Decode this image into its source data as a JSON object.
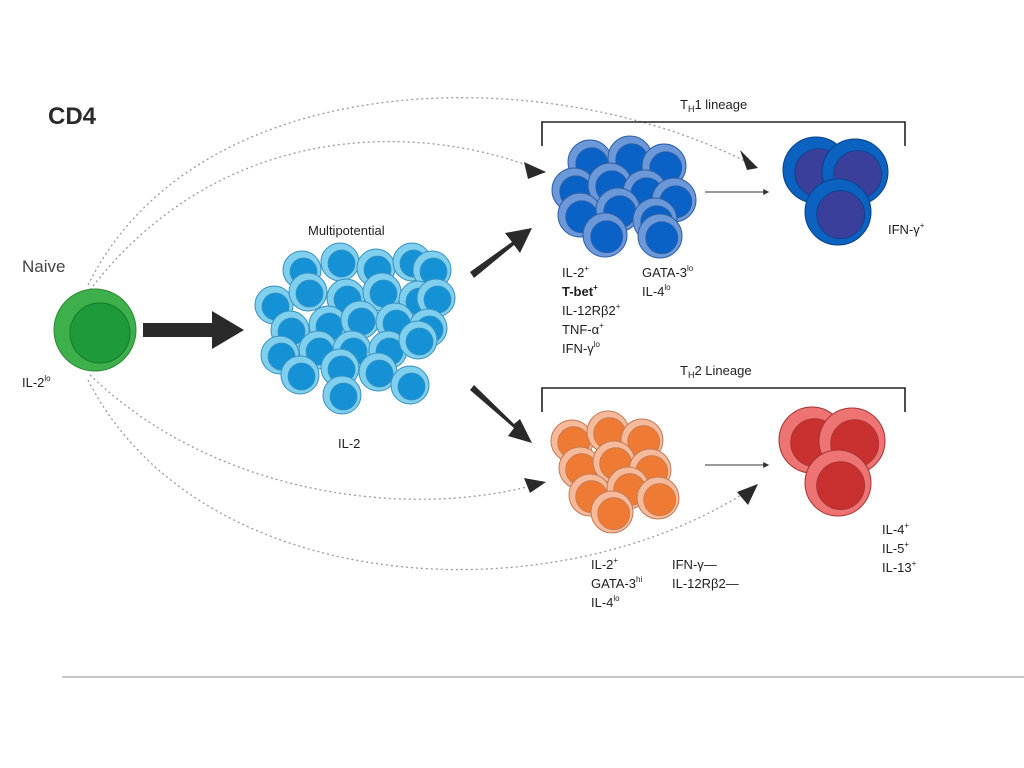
{
  "title": "CD4",
  "naive": {
    "label": "Naive",
    "marker": "IL-2",
    "marker_sup": "lo"
  },
  "multipotential": {
    "label": "Multipotential",
    "marker": "IL-2"
  },
  "th1": {
    "lineage_T": "T",
    "lineage_sub": "H",
    "lineage_rest": "1 lineage",
    "markers_left": [
      {
        "text": "IL-2",
        "sup": "+"
      },
      {
        "text": "T-bet",
        "sup": "+"
      },
      {
        "text": "IL-12Rβ2",
        "sup": "+"
      },
      {
        "text": "TNF-α",
        "sup": "+"
      },
      {
        "text": "IFN-γ",
        "sup": "lo"
      }
    ],
    "markers_right": [
      {
        "text": "GATA-3",
        "sup": "lo"
      },
      {
        "text": "IL-4",
        "sup": "lo"
      }
    ],
    "effector_marker": {
      "text": "IFN-γ",
      "sup": "+"
    }
  },
  "th2": {
    "lineage_T": "T",
    "lineage_sub": "H",
    "lineage_rest": "2 Lineage",
    "markers_left": [
      {
        "text": "IL-2",
        "sup": "+"
      },
      {
        "text": "GATA-3",
        "sup": "hi"
      },
      {
        "text": "IL-4",
        "sup": "lo"
      }
    ],
    "markers_right": [
      {
        "text": "IFN-γ—",
        "sup": ""
      },
      {
        "text": "IL-12Rβ2—",
        "sup": ""
      }
    ],
    "effector_markers": [
      {
        "text": "IL-4",
        "sup": "+"
      },
      {
        "text": "IL-5",
        "sup": "+"
      },
      {
        "text": "IL-13",
        "sup": "+"
      }
    ]
  },
  "colors": {
    "naive_outer": "#3db04b",
    "naive_inner": "#1f9a3a",
    "multi_outer": "#7fd0ee",
    "multi_inner": "#1592d6",
    "th1_outer": "#6b98d8",
    "th1_inner": "#0a62c6",
    "th1eff_outer": "#0b62c0",
    "th1eff_inner": "#3a3f9c",
    "th2_outer": "#f6b99a",
    "th2_inner": "#ee7a33",
    "th2eff_outer": "#ee7373",
    "th2eff_inner": "#c93030"
  }
}
